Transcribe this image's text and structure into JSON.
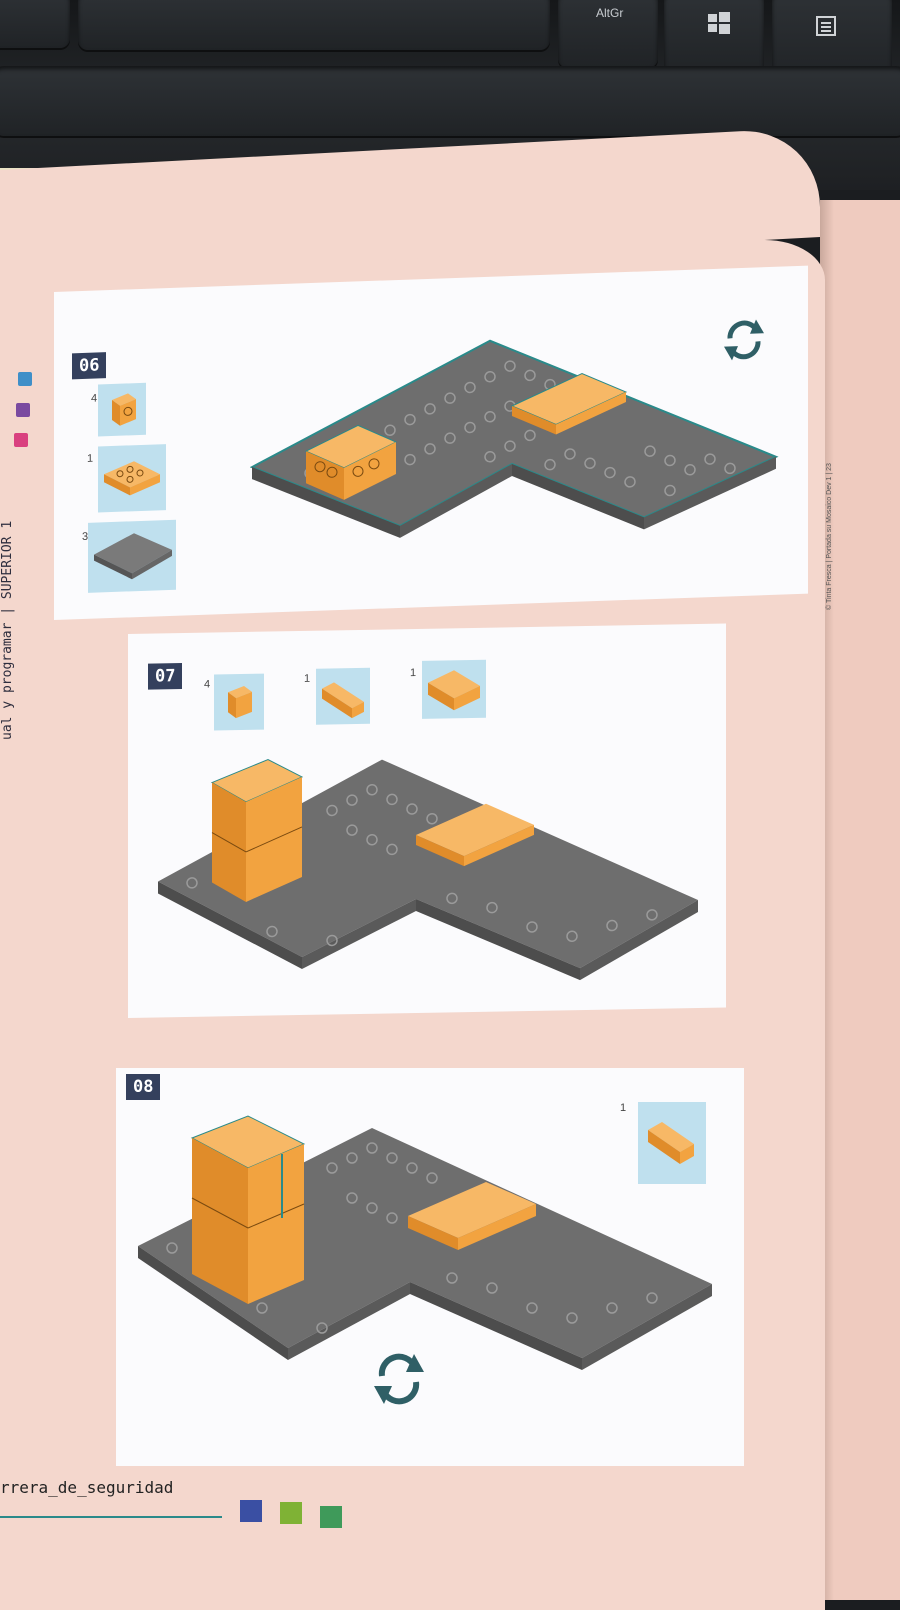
{
  "keyboard": {
    "altgr_label": "AltGr"
  },
  "book": {
    "side_tab_label": "ual y programar",
    "side_tab_level": "SUPERIOR 1",
    "footer_label": "rrera_de_seguridad",
    "right_page_credit": "© Tinta Fresca | Portada su Mosaico Dev 1 | 23",
    "colors": {
      "page": "#f4d7cd",
      "step_badge": "#34405d",
      "brick_orange": "#f2a340",
      "plate_gray": "#6b6b6b",
      "thumb_blue": "#bfe0ee",
      "teal_line": "#2a8a8a"
    }
  },
  "steps": [
    {
      "number": "06",
      "parts": [
        {
          "count": "4",
          "icon": "orange-1x1-brick-icon"
        },
        {
          "count": "1",
          "icon": "orange-2x4-plate-icon"
        },
        {
          "count": "3",
          "icon": "gray-base-plate-icon"
        }
      ],
      "rotate_icon": "rotate-arrows-icon"
    },
    {
      "number": "07",
      "parts": [
        {
          "count": "4",
          "icon": "orange-1x1-brick-icon"
        },
        {
          "count": "1",
          "icon": "orange-1x4-brick-icon"
        },
        {
          "count": "1",
          "icon": "orange-2x4-brick-icon"
        }
      ]
    },
    {
      "number": "08",
      "parts": [
        {
          "count": "1",
          "icon": "orange-1x4-brick-icon"
        }
      ],
      "rotate_icon": "rotate-arrows-icon"
    }
  ]
}
